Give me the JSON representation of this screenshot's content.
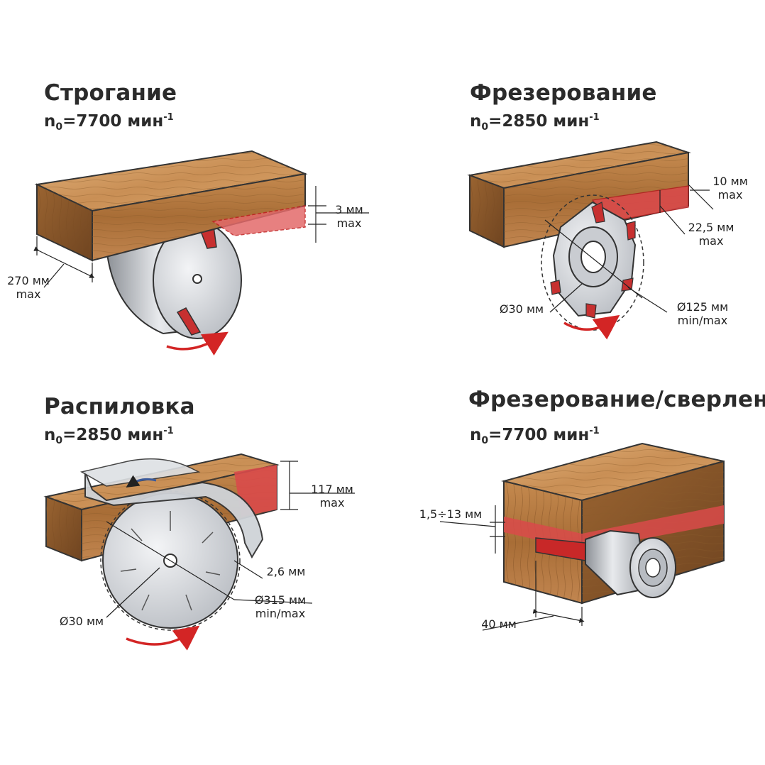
{
  "colors": {
    "wood_light": "#d9a46b",
    "wood_dark": "#8a5a2b",
    "cut": "#d63a3a",
    "steel": "#c9ccd1",
    "arrow": "#d32525"
  },
  "planing": {
    "title": "Строгание",
    "speed_prefix": "n",
    "speed_sub": "0",
    "speed_value": "=7700 мин",
    "speed_sup": "-1",
    "dim_width_value": "270 мм",
    "dim_width_max": "max",
    "dim_depth_value": "3 мм",
    "dim_depth_max": "max"
  },
  "milling": {
    "title": "Фрезерование",
    "speed_prefix": "n",
    "speed_sub": "0",
    "speed_value": "=2850 мин",
    "speed_sup": "-1",
    "dim_depth_value": "10 мм",
    "dim_depth_max": "max",
    "dim_height_value": "22,5 мм",
    "dim_height_max": "max",
    "dim_bore": "Ø30 мм",
    "dim_diameter_value": "Ø125 мм",
    "dim_diameter_minmax": "min/max"
  },
  "sawing": {
    "title": "Распиловка",
    "speed_prefix": "n",
    "speed_sub": "0",
    "speed_value": "=2850 мин",
    "speed_sup": "-1",
    "dim_height_value": "117 мм",
    "dim_height_max": "max",
    "dim_kerf": "2,6 мм",
    "dim_bore": "Ø30 мм",
    "dim_diameter_value": "Ø315 мм",
    "dim_diameter_minmax": "min/max"
  },
  "drilling": {
    "title": "Фрезерование/сверление",
    "speed_prefix": "n",
    "speed_sub": "0",
    "speed_value": "=7700 мин",
    "speed_sup": "-1",
    "dim_range": "1,5÷13 мм",
    "dim_depth": "40 мм"
  }
}
